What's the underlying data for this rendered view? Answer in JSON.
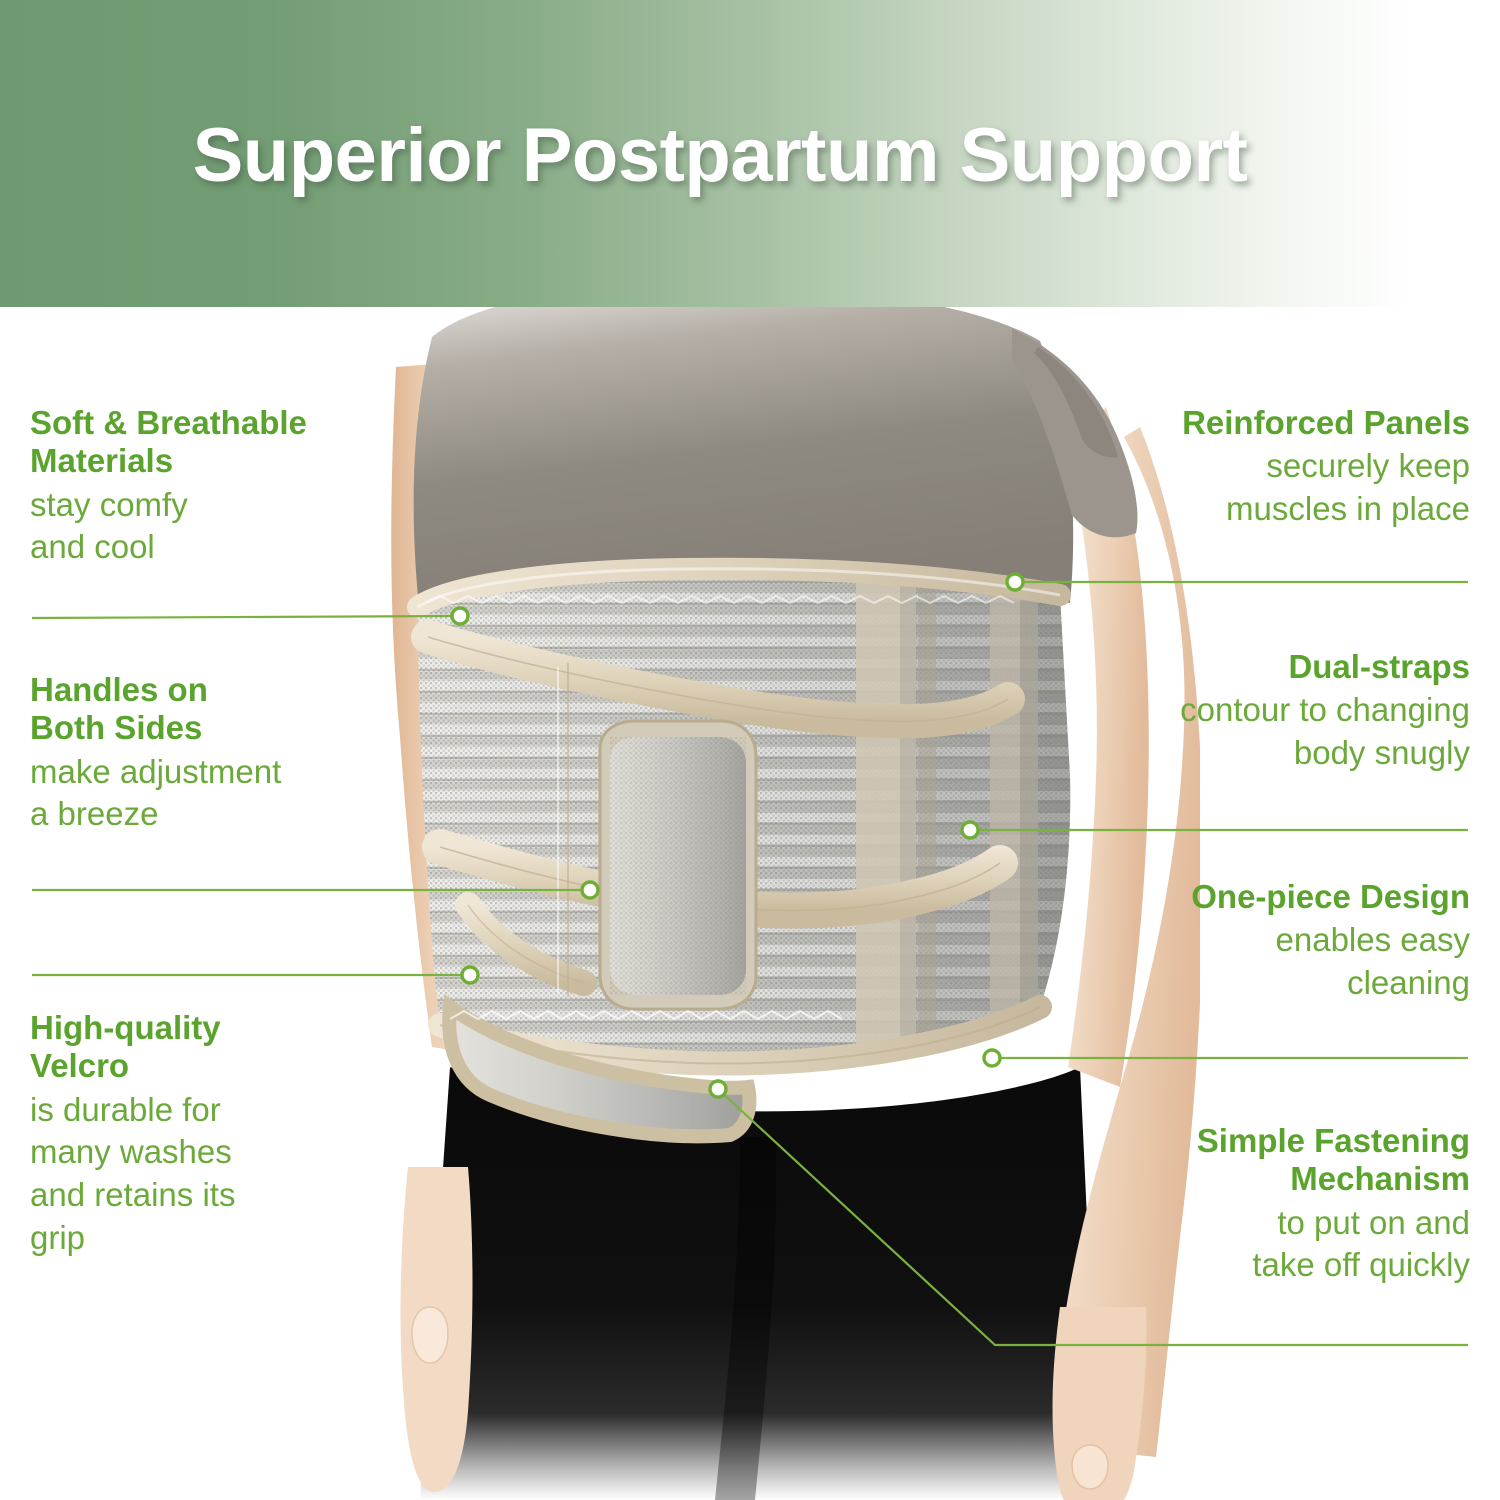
{
  "header": {
    "title": "Superior Postpartum Support",
    "gradient_from": "#6f9a71",
    "gradient_to": "#ffffff"
  },
  "theme": {
    "heading_green": "#5aa32c",
    "body_green": "#6ca93b",
    "line_green": "#79b23f",
    "marker_green": "#6fae35"
  },
  "product": {
    "name": "postpartum-support-belt",
    "belt_band_color": "#d8cfbd",
    "belt_mesh_color": "#c9c9c3",
    "shirt_color": "#8c8781",
    "skin_color": "#e7c3a7",
    "pants_color": "#0d0d0d"
  },
  "callouts": {
    "left": [
      {
        "id": "soft-breathable-materials",
        "head": "Soft & Breathable\nMaterials",
        "body": "stay comfy\nand cool"
      },
      {
        "id": "handles-on-both-sides",
        "head": "Handles on\nBoth Sides",
        "body": "make adjustment\na breeze"
      },
      {
        "id": "high-quality-velcro",
        "head": "High-quality\nVelcro",
        "body": "is durable for\nmany washes\nand retains its\ngrip"
      }
    ],
    "right": [
      {
        "id": "reinforced-panels",
        "head": "Reinforced Panels",
        "body": "securely keep\nmuscles in place"
      },
      {
        "id": "dual-straps",
        "head": "Dual-straps",
        "body": "contour to changing\nbody snugly"
      },
      {
        "id": "one-piece-design",
        "head": "One-piece Design",
        "body": "enables easy\ncleaning"
      },
      {
        "id": "simple-fastening-mechanism",
        "head": "Simple Fastening\nMechanism",
        "body": "to put on and\ntake off quickly"
      }
    ]
  }
}
